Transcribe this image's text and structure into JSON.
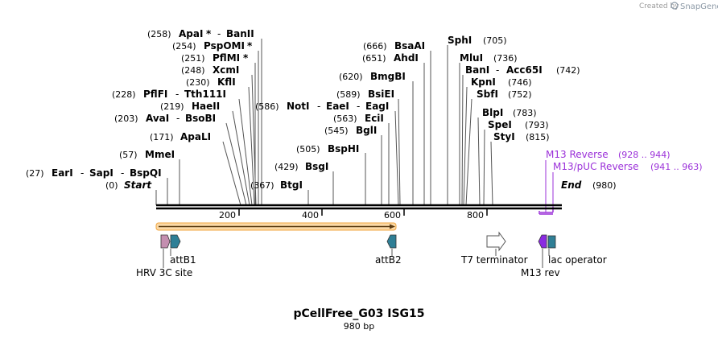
{
  "branding": {
    "created_by": "Created by",
    "product": "SnapGene"
  },
  "map": {
    "title": "pCellFree_G03 ISG15",
    "length_label": "980 bp",
    "length_bp": 980,
    "start_label": "Start",
    "start_pos": "(0)",
    "end_label": "End",
    "end_pos": "(980)",
    "ticks": [
      "200",
      "400",
      "600",
      "800"
    ],
    "separator": "-",
    "sites": [
      {
        "pos": "(258)",
        "names": [
          "ApaI",
          "BanII"
        ],
        "star": [
          true,
          false
        ]
      },
      {
        "pos": "(254)",
        "names": [
          "PspOMI"
        ],
        "star": [
          true
        ]
      },
      {
        "pos": "(251)",
        "names": [
          "PflMI"
        ],
        "star": [
          true
        ]
      },
      {
        "pos": "(248)",
        "names": [
          "XcmI"
        ],
        "star": [
          false
        ]
      },
      {
        "pos": "(230)",
        "names": [
          "KflI"
        ],
        "star": [
          false
        ]
      },
      {
        "pos": "(228)",
        "names": [
          "PflFI",
          "Tth111I"
        ],
        "star": [
          false,
          false
        ]
      },
      {
        "pos": "(219)",
        "names": [
          "HaeII"
        ],
        "star": [
          false
        ]
      },
      {
        "pos": "(203)",
        "names": [
          "AvaI",
          "BsoBI"
        ],
        "star": [
          false,
          false
        ]
      },
      {
        "pos": "(171)",
        "names": [
          "ApaLI"
        ],
        "star": [
          false
        ]
      },
      {
        "pos": "(57)",
        "names": [
          "MmeI"
        ],
        "star": [
          false
        ]
      },
      {
        "pos": "(27)",
        "names": [
          "EarI",
          "SapI",
          "BspQI"
        ],
        "star": [
          false,
          false,
          false
        ]
      },
      {
        "pos": "(367)",
        "names": [
          "BtgI"
        ],
        "star": [
          false
        ]
      },
      {
        "pos": "(429)",
        "names": [
          "BsgI"
        ],
        "star": [
          false
        ]
      },
      {
        "pos": "(505)",
        "names": [
          "BspHI"
        ],
        "star": [
          false
        ]
      },
      {
        "pos": "(545)",
        "names": [
          "BglI"
        ],
        "star": [
          false
        ]
      },
      {
        "pos": "(563)",
        "names": [
          "EciI"
        ],
        "star": [
          false
        ]
      },
      {
        "pos": "(586)",
        "names": [
          "NotI",
          "EaeI",
          "EagI"
        ],
        "star": [
          false,
          false,
          false
        ]
      },
      {
        "pos": "(589)",
        "names": [
          "BsiEI"
        ],
        "star": [
          false
        ]
      },
      {
        "pos": "(620)",
        "names": [
          "BmgBI"
        ],
        "star": [
          false
        ]
      },
      {
        "pos": "(651)",
        "names": [
          "AhdI"
        ],
        "star": [
          false
        ]
      },
      {
        "pos": "(666)",
        "names": [
          "BsaAI"
        ],
        "star": [
          false
        ]
      },
      {
        "pos": "(705)",
        "names": [
          "SphI"
        ],
        "star": [
          false
        ]
      },
      {
        "pos": "(736)",
        "names": [
          "MluI"
        ],
        "star": [
          false
        ]
      },
      {
        "pos": "(742)",
        "names": [
          "BanI",
          "Acc65I"
        ],
        "star": [
          false,
          false
        ]
      },
      {
        "pos": "(746)",
        "names": [
          "KpnI"
        ],
        "star": [
          false
        ]
      },
      {
        "pos": "(752)",
        "names": [
          "SbfI"
        ],
        "star": [
          false
        ]
      },
      {
        "pos": "(783)",
        "names": [
          "BlpI"
        ],
        "star": [
          false
        ]
      },
      {
        "pos": "(793)",
        "names": [
          "SpeI"
        ],
        "star": [
          false
        ]
      },
      {
        "pos": "(815)",
        "names": [
          "StyI"
        ],
        "star": [
          false
        ]
      }
    ],
    "primers": [
      {
        "name": "M13 Reverse",
        "range": "(928 .. 944)"
      },
      {
        "name": "M13/pUC Reverse",
        "range": "(941 .. 963)"
      }
    ],
    "features": [
      {
        "name": "attB1"
      },
      {
        "name": "HRV 3C site"
      },
      {
        "name": "attB2"
      },
      {
        "name": "T7 terminator"
      },
      {
        "name": "lac operator"
      },
      {
        "name": "M13 rev"
      }
    ],
    "colors": {
      "primer": "#9b30d9",
      "orf": "#f0a640",
      "attb": "#2f7f96",
      "hrv": "#c48fb0",
      "terminator": "#ffffff",
      "m13rev": "#8a2be2"
    }
  }
}
